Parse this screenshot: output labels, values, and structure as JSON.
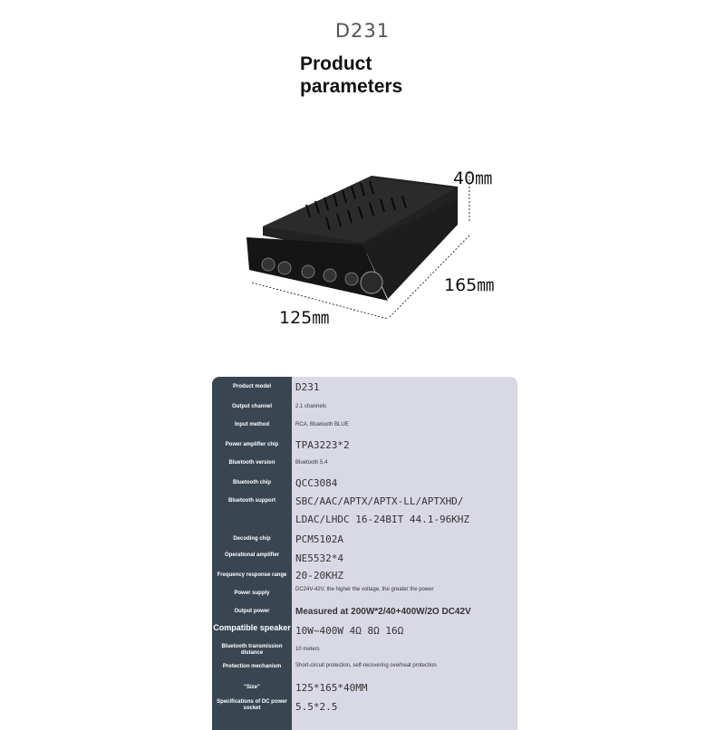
{
  "header": {
    "model": "D231",
    "title_line1": "Product",
    "title_line2": "parameters"
  },
  "dimensions": {
    "height": "40㎜",
    "depth": "165㎜",
    "width": "125㎜"
  },
  "specs": [
    {
      "label": "Product model",
      "value": "D231"
    },
    {
      "label": "Output channel",
      "value": "2.1 channels"
    },
    {
      "label": "Input method",
      "value": "RCA, Bluetooth BLUE"
    },
    {
      "label": "Power amplifier chip",
      "value": "TPA3223*2"
    },
    {
      "label": "Bluetooth version",
      "value": "Bluetooth 5.4"
    },
    {
      "label": "Bluetooth chip",
      "value": "QCC3084"
    },
    {
      "label": "Bluetooth support",
      "value": "SBC/AAC/APTX/APTX-LL/APTXHD/"
    },
    {
      "label": "",
      "value": "LDAC/LHDC 16-24BIT 44.1-96KHZ"
    },
    {
      "label": "Decoding chip",
      "value": "PCM5102A"
    },
    {
      "label": "Operational amplifier",
      "value": "NE5532*4"
    },
    {
      "label": "Frequency response range",
      "value": "20-20KHZ"
    },
    {
      "label": "Power supply",
      "value": "DC24V-42V, the higher the voltage, the greater the power"
    },
    {
      "label": "Output power",
      "value": "Measured at 200W*2/40+400W/2O DC42V"
    },
    {
      "label": "Compatible speaker",
      "value": "10W~400W  4Ω 8Ω 16Ω"
    },
    {
      "label": "Bluetooth transmission distance",
      "value": "10 meters"
    },
    {
      "label": "Protection mechanism",
      "value": "Short-circuit protection, self-recovering overheat protection"
    },
    {
      "label": "\"Size\"",
      "value": "125*165*40MM"
    },
    {
      "label": "Specifications of DC power socket",
      "value": "5.5*2.5"
    }
  ]
}
